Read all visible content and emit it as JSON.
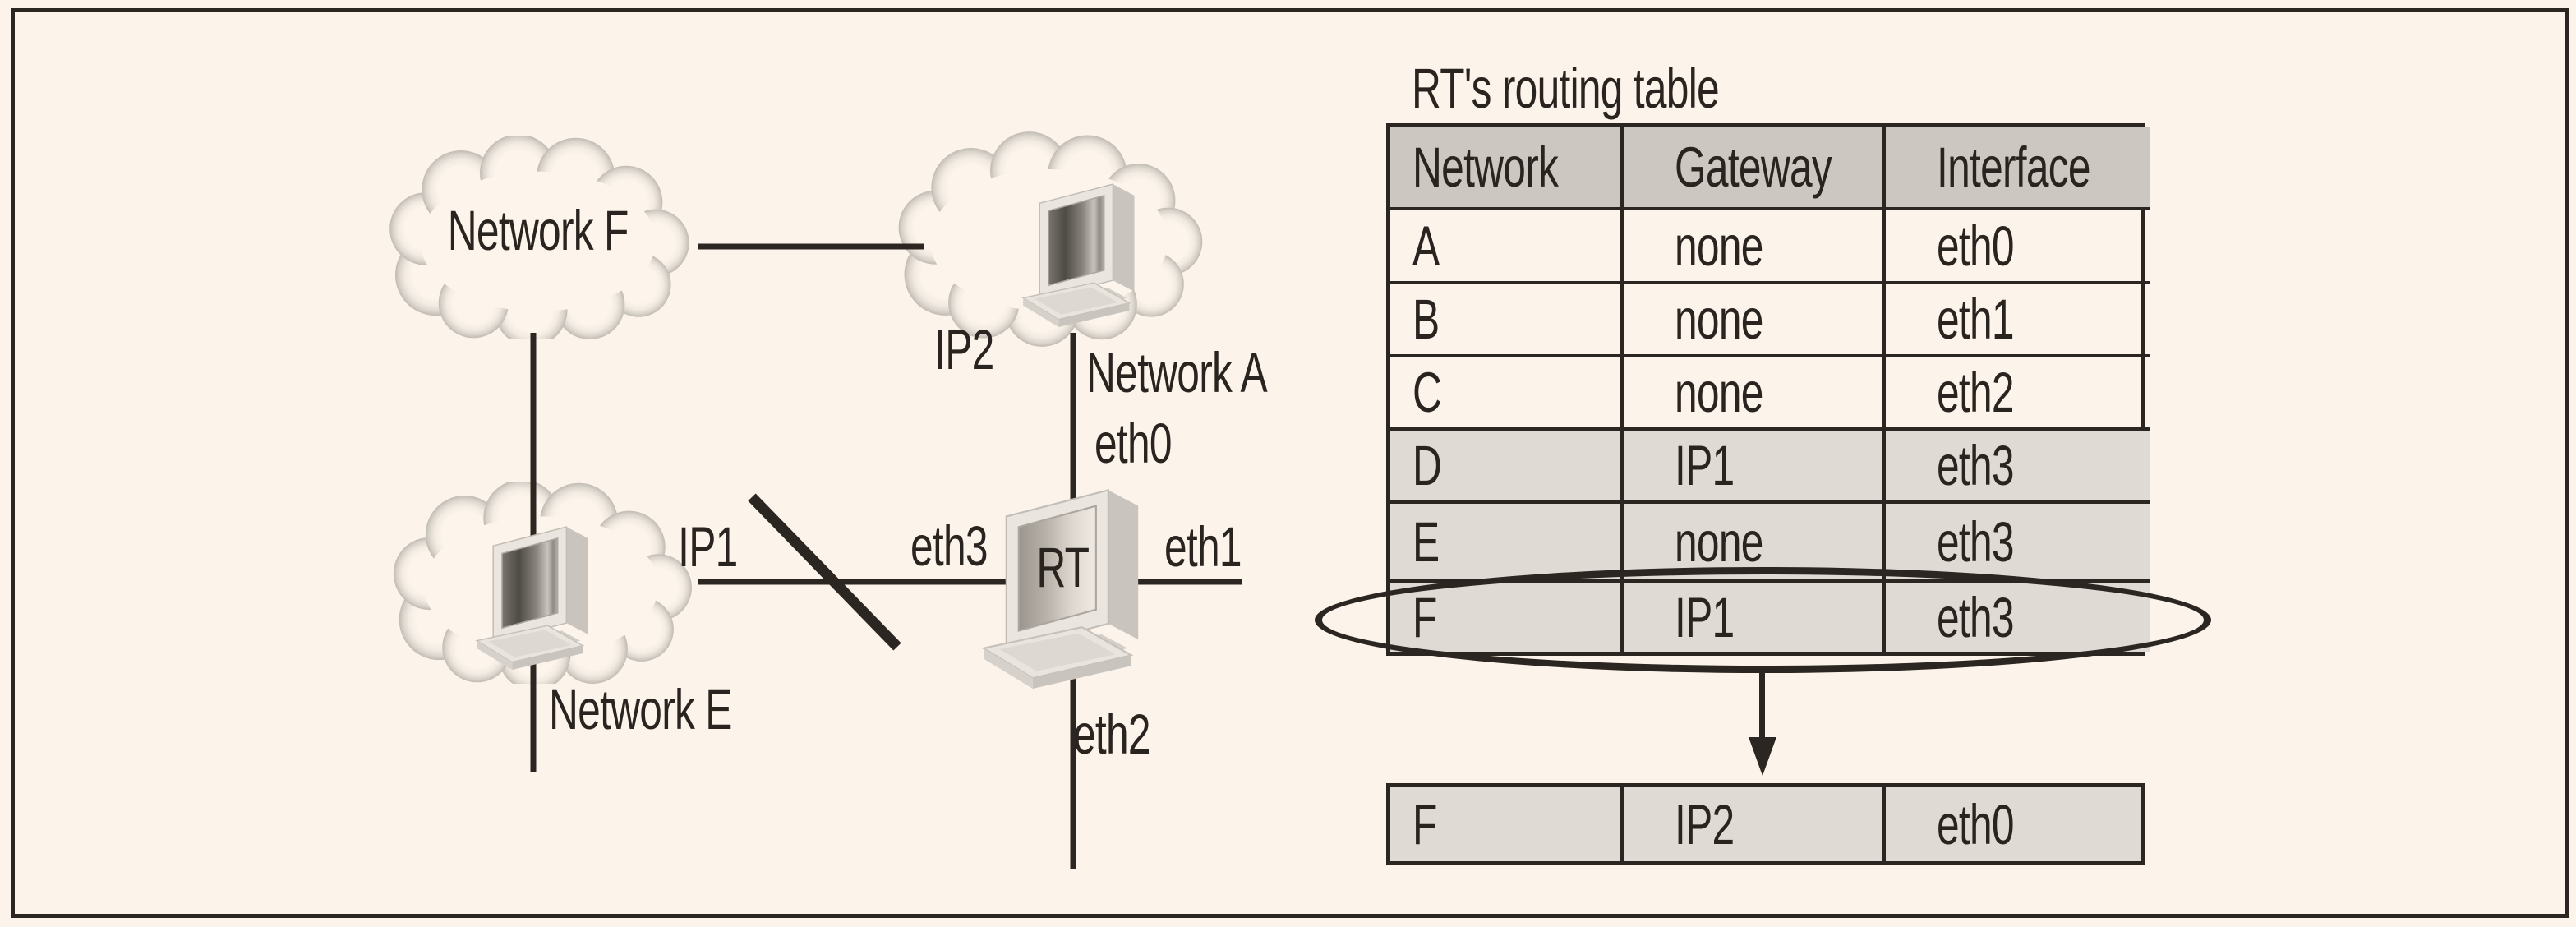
{
  "diagram": {
    "clouds": {
      "f": "Network F",
      "a": "Network A",
      "e": "Network E"
    },
    "router_label": "RT",
    "interfaces": {
      "eth0": "eth0",
      "eth1": "eth1",
      "eth2": "eth2",
      "eth3": "eth3"
    },
    "gateways": {
      "ip1": "IP1",
      "ip2": "IP2"
    },
    "icons": {
      "cloud": "network-cloud",
      "host": "desktop-computer",
      "router": "desktop-computer-router",
      "broken_link": "diagonal-slash",
      "highlight": "ellipse-circle",
      "flow": "down-arrow"
    }
  },
  "routing_table": {
    "title": "RT's routing table",
    "headers": [
      "Network",
      "Gateway",
      "Interface"
    ],
    "rows": [
      [
        "A",
        "none",
        "eth0"
      ],
      [
        "B",
        "none",
        "eth1"
      ],
      [
        "C",
        "none",
        "eth2"
      ],
      [
        "D",
        "IP1",
        "eth3"
      ],
      [
        "E",
        "none",
        "eth3"
      ],
      [
        "F",
        "IP1",
        "eth3"
      ]
    ],
    "circled_row_index": 5,
    "result_row": [
      "F",
      "IP2",
      "eth0"
    ]
  },
  "colors": {
    "background": "#fcf3ea",
    "table_header": "#ccc8c1",
    "shaded_row": "#dfdbd4",
    "ink": "#2b2621",
    "cloud_rim": "#c0bbb3"
  }
}
